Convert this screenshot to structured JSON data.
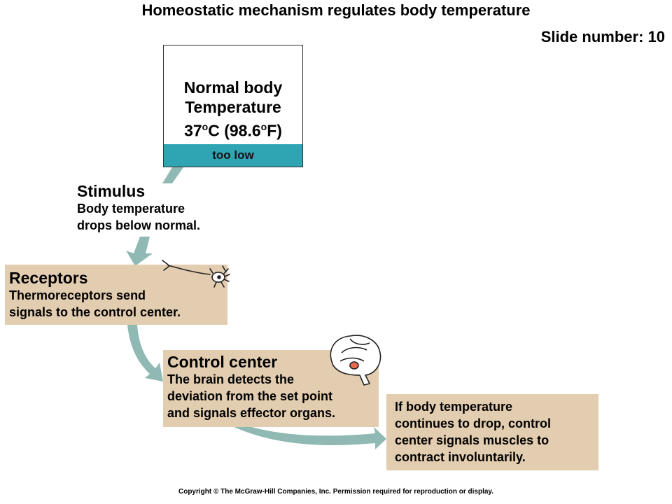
{
  "title": "Homeostatic mechanism regulates body temperature",
  "slide_number": "Slide number: 10",
  "set_point": {
    "line1": "Normal body",
    "line2": "Temperature",
    "line3_value": "37",
    "line3_unit1": "o",
    "line3_mid": "C (98.6",
    "line3_unit2": "o",
    "line3_end": "F)",
    "band_label": "too low"
  },
  "stimulus": {
    "heading": "Stimulus",
    "line1": "Body temperature",
    "line2": "drops below normal."
  },
  "receptors": {
    "heading": "Receptors",
    "line1": "Thermoreceptors send",
    "line2": "signals to the control center."
  },
  "control_center": {
    "heading": "Control center",
    "line1": "The brain detects the",
    "line2": "deviation from the set point",
    "line3": "and signals effector organs."
  },
  "effector": {
    "line1": "If body temperature",
    "line2": "continues to drop, control",
    "line3": "center signals muscles to",
    "line4": "contract involuntarily."
  },
  "copyright": "Copyright © The McGraw-Hill Companies, Inc. Permission required for reproduction or display.",
  "colors": {
    "band": "#2fa5b3",
    "box_fill": "#e3cdb0",
    "arrow": "#8fb9b2"
  },
  "icons": [
    "neuron-icon",
    "brain-icon"
  ]
}
